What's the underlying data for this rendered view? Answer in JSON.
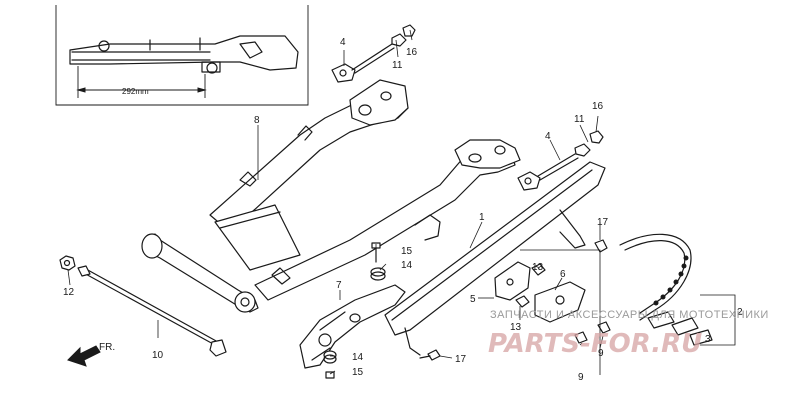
{
  "diagram": {
    "inset_dimension": "292mm",
    "front_marker": "FR.",
    "callouts": {
      "c1": "1",
      "c2": "2",
      "c3": "3",
      "c4a": "4",
      "c4b": "4",
      "c5": "5",
      "c6": "6",
      "c7": "7",
      "c8": "8",
      "c9a": "9",
      "c9b": "9",
      "c10": "10",
      "c11a": "11",
      "c11b": "11",
      "c12": "12",
      "c13a": "13",
      "c13b": "13",
      "c14a": "14",
      "c14b": "14",
      "c15a": "15",
      "c15b": "15",
      "c16a": "16",
      "c16b": "16",
      "c17a": "17",
      "c17b": "17"
    }
  },
  "watermark": {
    "tagline": "ЗАПЧАСТИ И АКСЕССУАРЫ ДЛЯ МОТОТЕХНИКИ",
    "logo": "PARTS-FOR.RU"
  }
}
